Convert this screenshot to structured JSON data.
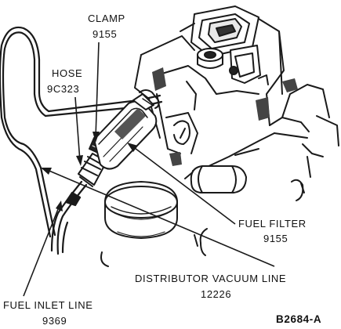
{
  "colors": {
    "ink": "#1a1a1a",
    "paper": "#ffffff",
    "shade": "#444444"
  },
  "callouts": {
    "clamp": {
      "name": "CLAMP",
      "part_number": "9155"
    },
    "hose": {
      "name": "HOSE",
      "part_number": "9C323"
    },
    "fuel_filter": {
      "name": "FUEL FILTER",
      "part_number": "9155"
    },
    "distributor_vacuum_line": {
      "name": "DISTRIBUTOR VACUUM LINE",
      "part_number": "12226"
    },
    "fuel_inlet_line": {
      "name": "FUEL INLET LINE",
      "part_number": "9369"
    }
  },
  "figure_id": "B2684-A"
}
